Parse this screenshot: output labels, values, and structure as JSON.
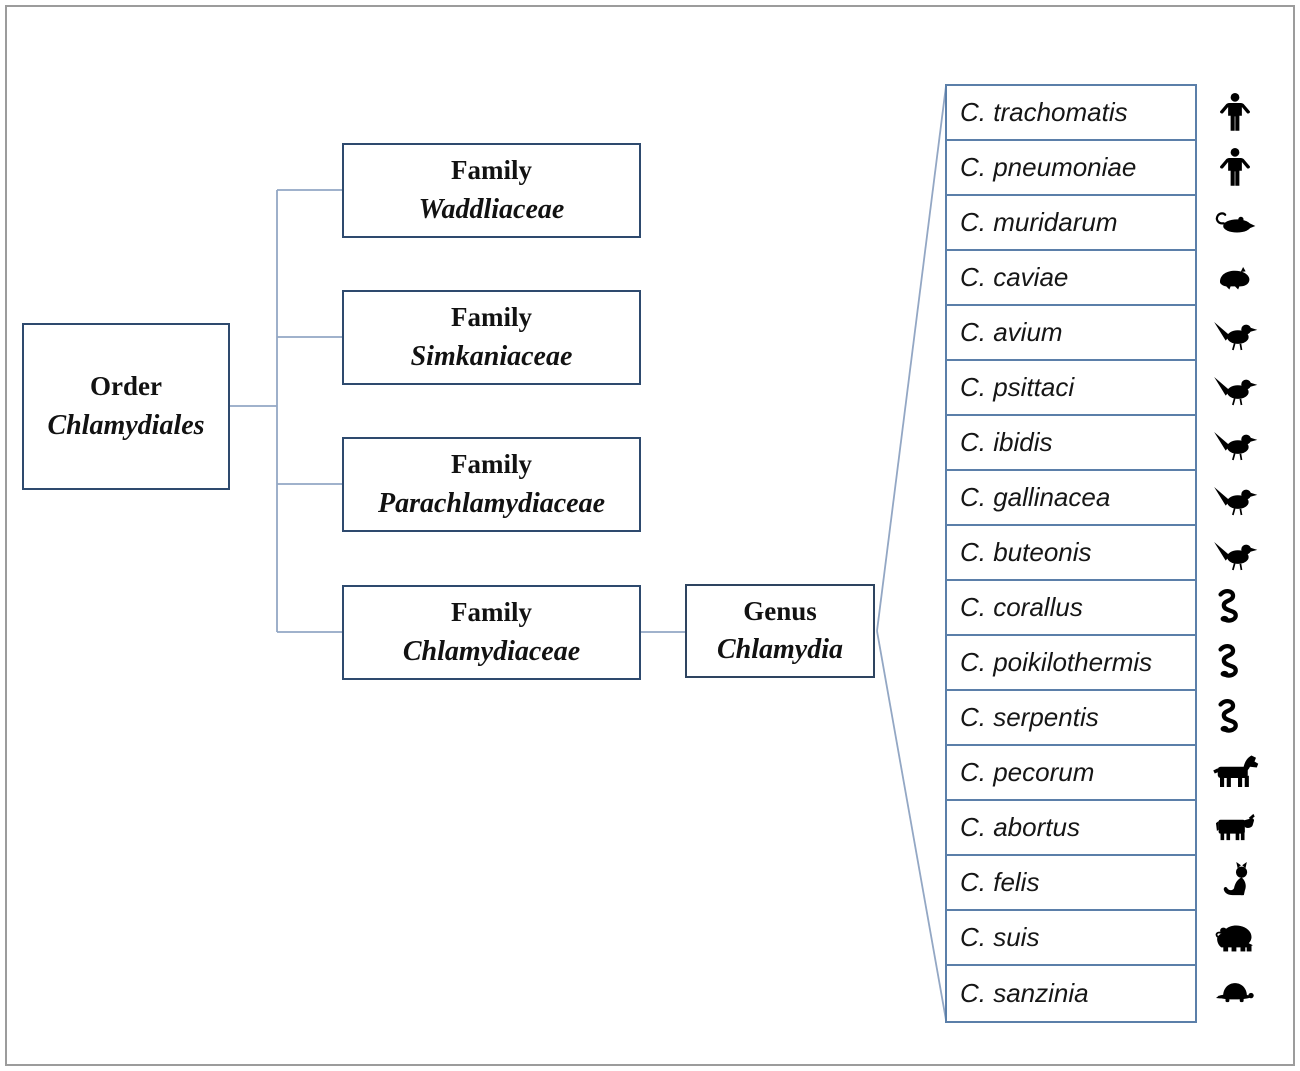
{
  "figure": {
    "order": {
      "rank": "Order",
      "name": "Chlamydiales"
    },
    "families": [
      {
        "rank": "Family",
        "name": "Waddliaceae"
      },
      {
        "rank": "Family",
        "name": "Simkaniaceae"
      },
      {
        "rank": "Family",
        "name": "Parachlamydiaceae"
      },
      {
        "rank": "Family",
        "name": "Chlamydiaceae"
      }
    ],
    "genus": {
      "rank": "Genus",
      "name": "Chlamydia"
    },
    "species": [
      {
        "name": "C. trachomatis",
        "host_icon": "human-icon"
      },
      {
        "name": "C. pneumoniae",
        "host_icon": "human-icon"
      },
      {
        "name": "C. muridarum",
        "host_icon": "mouse-icon"
      },
      {
        "name": "C. caviae",
        "host_icon": "guinea-pig-icon"
      },
      {
        "name": "C. avium",
        "host_icon": "bird-icon"
      },
      {
        "name": "C. psittaci",
        "host_icon": "bird-icon"
      },
      {
        "name": "C. ibidis",
        "host_icon": "bird-icon"
      },
      {
        "name": "C. gallinacea",
        "host_icon": "bird-icon"
      },
      {
        "name": "C. buteonis",
        "host_icon": "bird-icon"
      },
      {
        "name": "C. corallus",
        "host_icon": "snake-icon"
      },
      {
        "name": "C. poikilothermis",
        "host_icon": "snake-icon"
      },
      {
        "name": "C. serpentis",
        "host_icon": "snake-icon"
      },
      {
        "name": "C. pecorum",
        "host_icon": "horse-icon"
      },
      {
        "name": "C. abortus",
        "host_icon": "cow-icon"
      },
      {
        "name": "C. felis",
        "host_icon": "cat-icon"
      },
      {
        "name": "C. suis",
        "host_icon": "pig-icon"
      },
      {
        "name": "C. sanzinia",
        "host_icon": "turtle-icon"
      }
    ],
    "colors": {
      "box_border": "#2e4a6e",
      "row_border": "#5b7fa9",
      "connector": "#93a7c4",
      "frame": "#9c9c9c",
      "icon": "#000000"
    }
  }
}
